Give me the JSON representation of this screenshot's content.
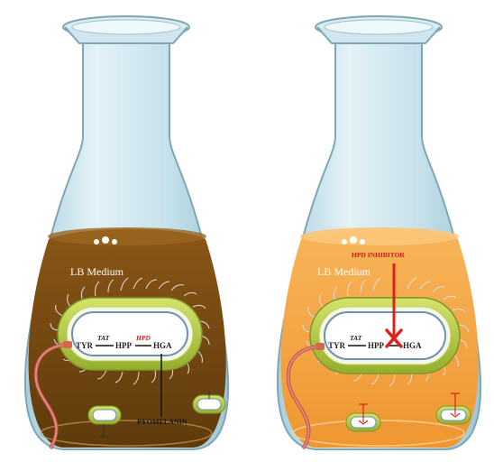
{
  "left_flask": {
    "medium_label": "LB Medium",
    "pathway": {
      "tyr": "TYR",
      "tat": "TAT",
      "hpp": "HPP",
      "hpd": "HPD",
      "hga": "HGA"
    },
    "product_label": "PYOMELANIN",
    "medium_color": "#7a4a12"
  },
  "right_flask": {
    "medium_label": "LB Medium",
    "inhibitor_label": "HPD INHIBITOR",
    "pathway": {
      "tyr": "TYR",
      "tat": "TAT",
      "hpp": "HPP",
      "hga": "HGA"
    },
    "medium_color": "#f5a94a"
  },
  "colors": {
    "glass": "#cfe6ee",
    "cell_wall": "#b8cf48",
    "cell_inner": "#ffffff",
    "inhibitor": "#e0201c",
    "pathway_text": "#222222"
  }
}
